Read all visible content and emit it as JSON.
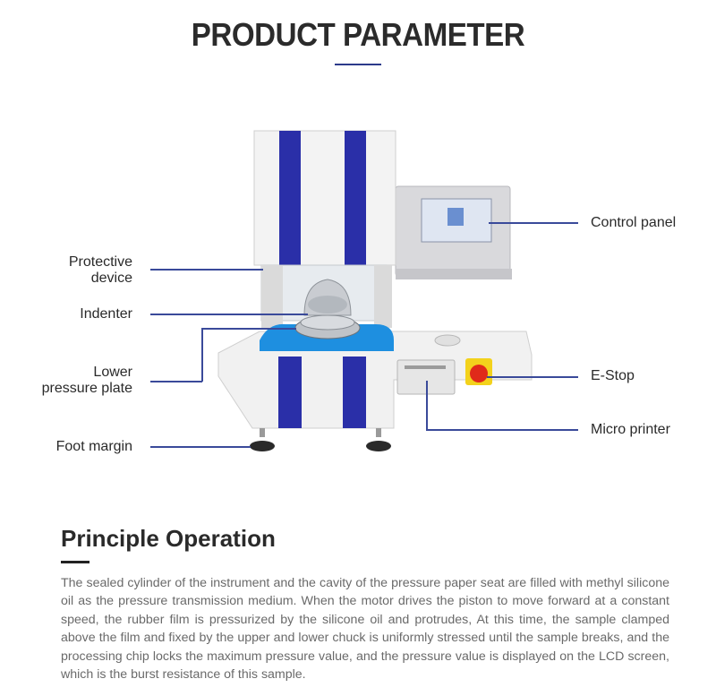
{
  "header": {
    "title": "PRODUCT PARAMETER"
  },
  "labels": {
    "protective_device_line1": "Protective",
    "protective_device_line2": "device",
    "indenter": "Indenter",
    "lower_plate_line1": "Lower",
    "lower_plate_line2": "pressure plate",
    "foot_margin": "Foot margin",
    "control_panel": "Control panel",
    "e_stop": "E-Stop",
    "micro_printer": "Micro printer"
  },
  "colors": {
    "accent": "#2c3a8a",
    "stripe": "#2a2fa8",
    "plate": "#1e8fe0",
    "estop": "#e02a1a"
  },
  "principle": {
    "title": "Principle Operation",
    "text": "The sealed cylinder of the instrument and the cavity of the pressure paper seat are filled with methyl silicone oil as the pressure transmission medium. When the motor drives the piston to move forward at a constant speed, the rubber film is pressurized by the silicone oil and protrudes, At this time, the sample clamped above the film and fixed by the upper and lower chuck is uniformly stressed until the sample breaks, and the processing chip locks the maximum pressure value, and the pressure value is displayed on the LCD screen, which is the burst resistance of this sample."
  }
}
